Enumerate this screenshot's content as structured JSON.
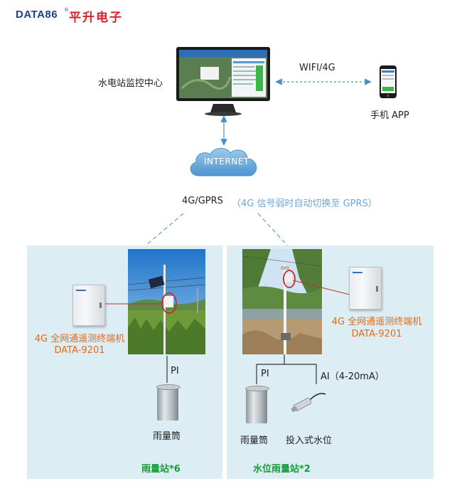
{
  "logo": {
    "en": "DATA86",
    "cn": "平升电子"
  },
  "center": {
    "label": "水电站监控中心"
  },
  "link": {
    "wireless": "WIFI/4G"
  },
  "mobile": {
    "label": "手机 APP"
  },
  "cloud": {
    "label": "INTERNET"
  },
  "network": {
    "primary": "4G/GPRS",
    "note": "（4G 信号弱时自动切换至 GPRS）"
  },
  "left_station": {
    "terminal_line1": "4G 全网通遥测终端机",
    "terminal_line2": "DATA-9201",
    "interface": "PI",
    "sensor": "雨量筒",
    "title": "雨量站*6"
  },
  "right_station": {
    "terminal_line1": "4G 全网通遥测终端机",
    "terminal_line2": "DATA-9201",
    "interface_pi": "PI",
    "interface_ai": "AI（4-20mA）",
    "sensor_rain": "雨量筒",
    "sensor_level": "投入式水位",
    "title": "水位雨量站*2"
  },
  "colors": {
    "accent_orange": "#e26b1f",
    "accent_green": "#1a9a3a",
    "panel_bg": "#dcedf3",
    "link_blue": "#4a8fc0"
  }
}
